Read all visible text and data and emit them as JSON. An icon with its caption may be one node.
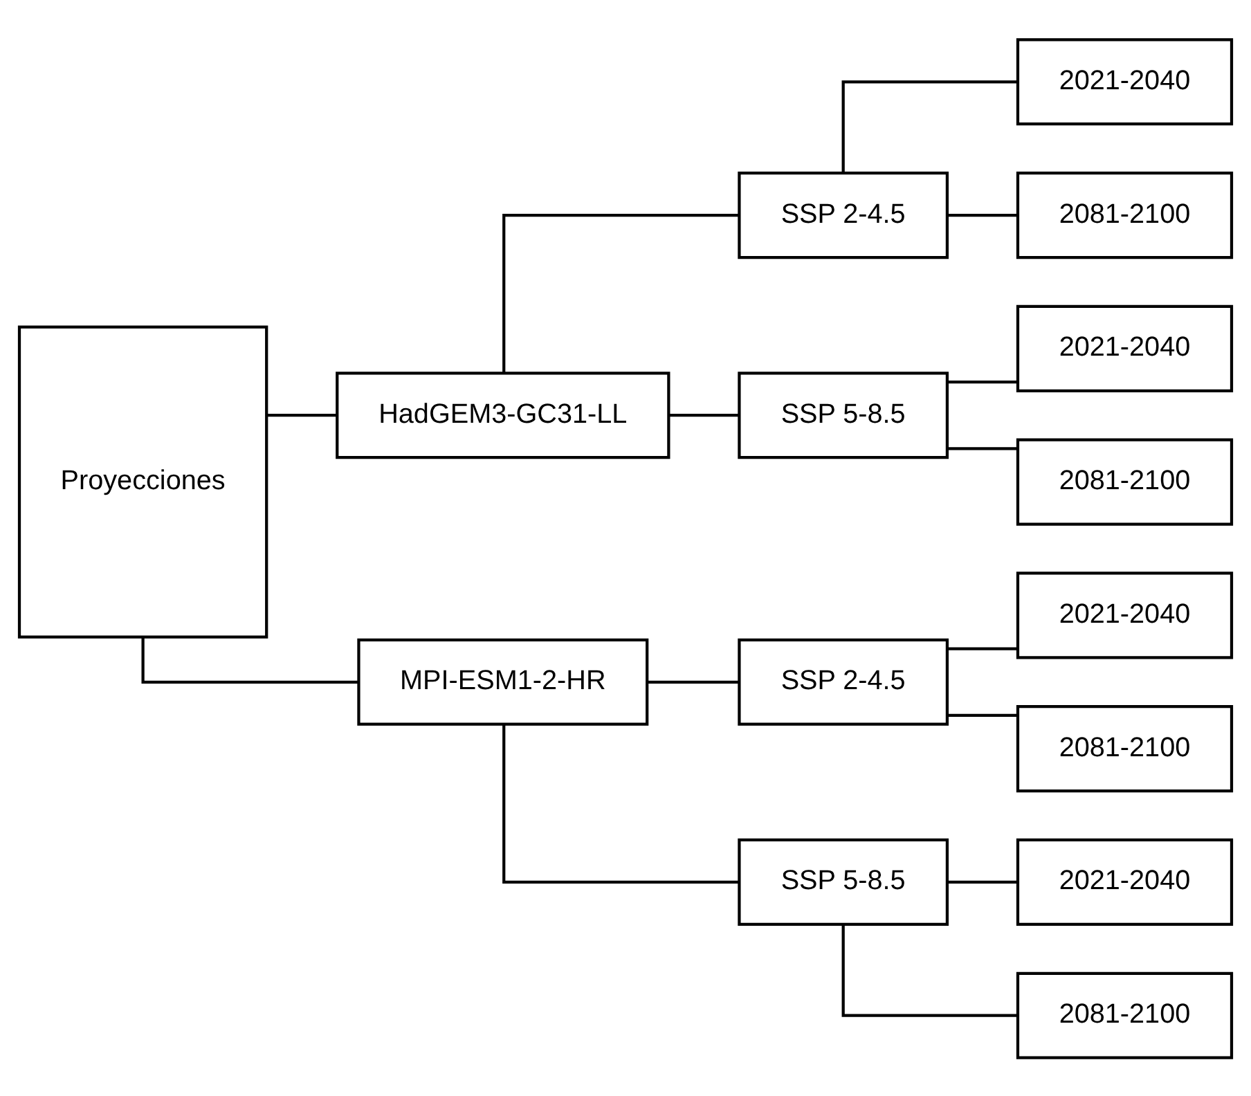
{
  "diagram": {
    "nodes": [
      {
        "text": [
          "Proyecciones"
        ]
      },
      {
        "text": [
          "HadGEM3-GC31-LL"
        ]
      },
      {
        "text": [
          "SSP 2-4.5"
        ]
      },
      {
        "text": [
          "2021-2040"
        ]
      },
      {
        "text": [
          "2081-2100"
        ]
      },
      {
        "text": [
          "SSP 5-8.5"
        ]
      },
      {
        "text": [
          "2021-2040"
        ]
      },
      {
        "text": [
          "2081-2100"
        ]
      },
      {
        "text": [
          "MPI-ESM1-2-HR"
        ]
      },
      {
        "text": [
          "SSP 2-4.5"
        ]
      },
      {
        "text": [
          "2021-2040"
        ]
      },
      {
        "text": [
          "2081-2100"
        ]
      },
      {
        "text": [
          "SSP 5-8.5"
        ]
      },
      {
        "text": [
          "2021-2040"
        ]
      },
      {
        "text": [
          "2081-2100"
        ]
      }
    ],
    "edges": [
      {
        "from": 0,
        "to": 1,
        "arrow": "none"
      },
      {
        "from": 0,
        "to": 8,
        "arrow": "none"
      },
      {
        "from": 1,
        "to": 2,
        "arrow": "none"
      },
      {
        "from": 1,
        "to": 5,
        "arrow": "none"
      },
      {
        "from": 2,
        "to": 3,
        "arrow": "none"
      },
      {
        "from": 2,
        "to": 4,
        "arrow": "none"
      },
      {
        "from": 5,
        "to": 6,
        "arrow": "none"
      },
      {
        "from": 5,
        "to": 7,
        "arrow": "none"
      },
      {
        "from": 8,
        "to": 9,
        "arrow": "none"
      },
      {
        "from": 8,
        "to": 12,
        "arrow": "none"
      },
      {
        "from": 9,
        "to": 10,
        "arrow": "none"
      },
      {
        "from": 9,
        "to": 11,
        "arrow": "none"
      },
      {
        "from": 12,
        "to": 13,
        "arrow": "none"
      },
      {
        "from": 12,
        "to": 14,
        "arrow": "none"
      }
    ]
  }
}
